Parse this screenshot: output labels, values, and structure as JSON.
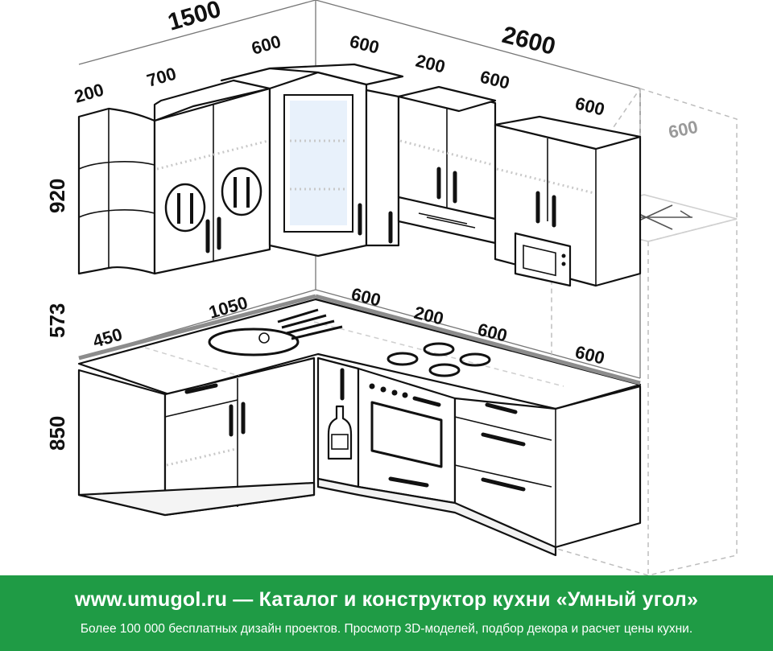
{
  "dimensions": {
    "top_left_width": "1500",
    "top_right_width": "2600",
    "upper_shelf": "200",
    "upper_left_pair": "700",
    "upper_corner_left": "600",
    "upper_corner_right": "600",
    "upper_hood_gap": "200",
    "upper_hood": "600",
    "upper_microwave": "600",
    "fridge_depth": "600",
    "height_upper": "920",
    "height_gap": "573",
    "height_base": "850",
    "base_left_small": "450",
    "base_left_sink": "1050",
    "base_right_corner": "600",
    "base_right_bottle": "200",
    "base_right_oven": "600",
    "base_right_drawers": "600"
  },
  "footer": {
    "title": "www.umugol.ru — Каталог и конструктор кухни «Умный угол»",
    "subtitle": "Более 100 000 бесплатных дизайн проектов. Просмотр 3D-моделей, подбор декора и расчет цены кухни."
  },
  "colors": {
    "footer_bg": "#1f9b45",
    "line": "#111111",
    "ghost": "#bdbdbd"
  }
}
